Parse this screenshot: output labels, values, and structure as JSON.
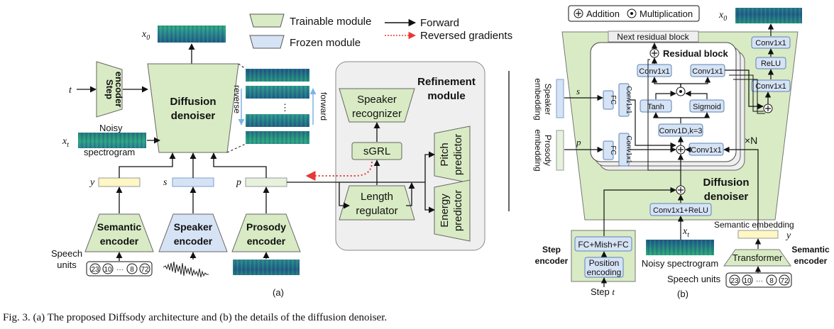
{
  "legend": {
    "trainable": "Trainable module",
    "frozen": "Frozen module",
    "forward": "Forward",
    "reversed": "Reversed gradients"
  },
  "a": {
    "x0": "x",
    "x0_sub": "0",
    "t": "t",
    "step_encoder": [
      "Step",
      "encoder"
    ],
    "diffusion_denoiser": [
      "Diffusion",
      "denoiser"
    ],
    "xt": "x",
    "xt_sub": "t",
    "noisy": "Noisy",
    "spectrogram": "spectrogram",
    "reverse": "reverse",
    "forward": "forward",
    "dots": "⋮",
    "y": "y",
    "s": "s",
    "p": "p",
    "semantic_encoder": [
      "Semantic",
      "encoder"
    ],
    "speaker_encoder": [
      "Speaker",
      "encoder"
    ],
    "prosody_encoder": [
      "Prosody",
      "encoder"
    ],
    "speech_units": [
      "Speech",
      "units"
    ],
    "units": [
      "23",
      "10",
      "···",
      "8",
      "72"
    ],
    "refinement": [
      "Refinement",
      "module"
    ],
    "speaker_recognizer": [
      "Speaker",
      "recognizer"
    ],
    "sgrl": "sGRL",
    "length_regulator": [
      "Length",
      "regulator"
    ],
    "pitch_predictor": [
      "Pitch",
      "predictor"
    ],
    "energy_predictor": [
      "Energy",
      "predictor"
    ],
    "label": "(a)"
  },
  "b": {
    "addition": "Addition",
    "multiplication": "Multiplication",
    "x0": "x",
    "x0_sub": "0",
    "next_residual": "Next residual block",
    "residual_block": "Residual block",
    "conv1x1": "Conv1x1",
    "relu": "ReLU",
    "fc": "FC",
    "tanh": "Tanh",
    "sigmoid": "Sigmoid",
    "conv1d": "Conv1D,k=3",
    "times_n": "×N",
    "s": "s",
    "p": "p",
    "speaker_embedding": [
      "Speaker",
      "embedding"
    ],
    "prosody_embedding": [
      "Prosody",
      "embedding"
    ],
    "diffusion_denoiser": [
      "Diffusion",
      "denoiser"
    ],
    "conv_relu": "Conv1x1+ReLU",
    "xt": "x",
    "xt_sub": "t",
    "semantic_embedding": "Semantic embedding",
    "y": "y",
    "step_encoder": [
      "Step",
      "encoder"
    ],
    "fc_mish": "FC+Mish+FC",
    "position_encoding": [
      "Position",
      "encoding"
    ],
    "step_t": "Step",
    "t": "t",
    "noisy_spectrogram": "Noisy spectrogram",
    "transformer": "Transformer",
    "semantic_encoder": [
      "Semantic",
      "encoder"
    ],
    "speech_units": "Speech units",
    "units": [
      "23",
      "10",
      "···",
      "8",
      "72"
    ],
    "label": "(b)"
  },
  "caption": "Fig. 3.  (a) The proposed Diffsody architecture and (b) the details of the diffusion denoiser.",
  "colors": {
    "trainable": "#d9ebc4",
    "frozen": "#d6e3f5",
    "gray_panel": "#efefef",
    "reversed_arrow": "#e53935",
    "spectrogram": "#1f6f7a"
  }
}
